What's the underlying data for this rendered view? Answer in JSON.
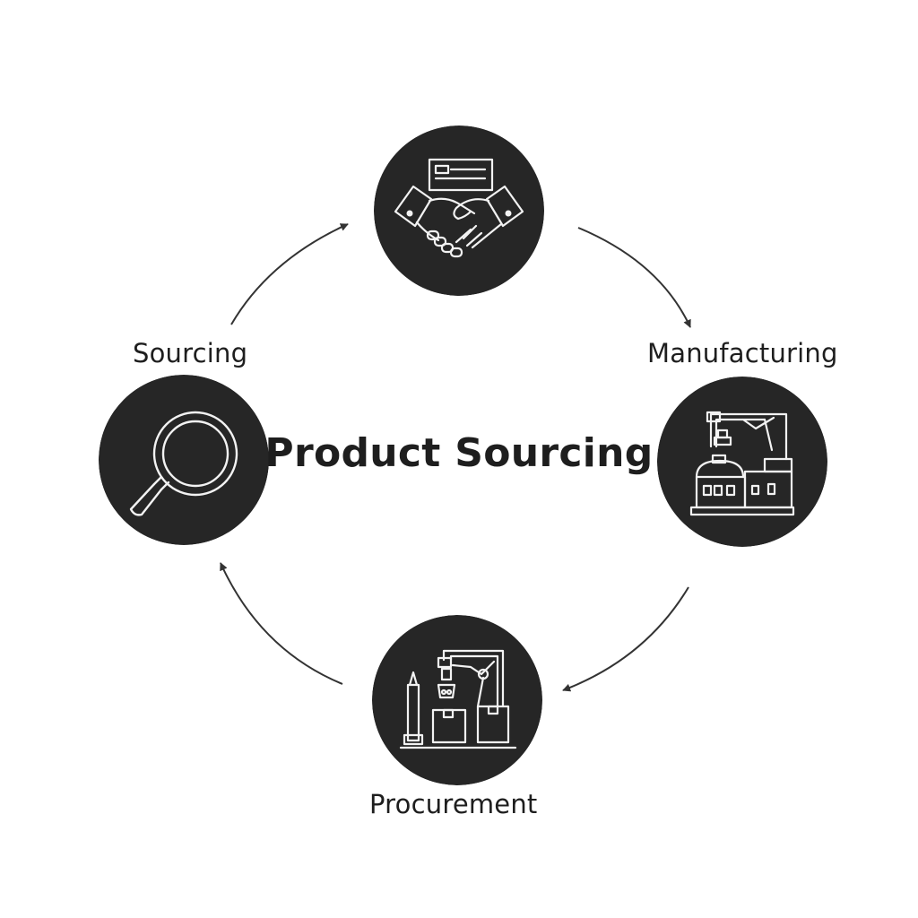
{
  "diagram": {
    "title": "Product Sourcing",
    "stages": [
      {
        "label": "",
        "icon": "handshake-icon"
      },
      {
        "label": "Manufacturing",
        "icon": "factory-icon"
      },
      {
        "label": "Procurement",
        "icon": "robotic-arm-icon"
      },
      {
        "label": "Sourcing",
        "icon": "magnifying-glass-icon"
      }
    ],
    "flow_direction": "clockwise"
  },
  "colors": {
    "node_fill": "#262626",
    "icon_stroke": "#f2f2f2",
    "arrow": "#333333",
    "text": "#1e1e1e",
    "background": "#ffffff"
  }
}
